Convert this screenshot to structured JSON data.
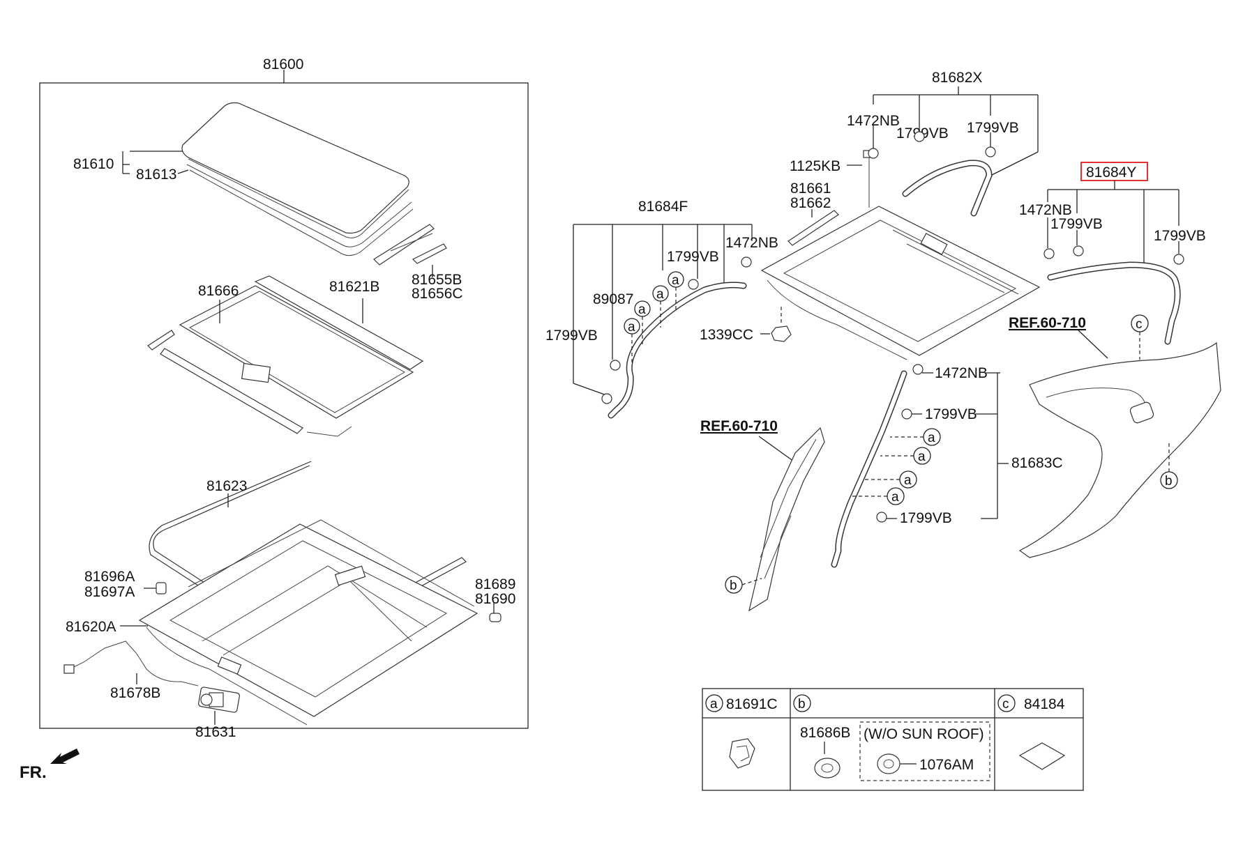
{
  "parts": {
    "p81600": "81600",
    "p81610": "81610",
    "p81613": "81613",
    "p81655B": "81655B",
    "p81656C": "81656C",
    "p81666": "81666",
    "p81621B": "81621B",
    "p81623": "81623",
    "p81696A": "81696A",
    "p81697A": "81697A",
    "p81689": "81689",
    "p81690": "81690",
    "p81620A": "81620A",
    "p81678B": "81678B",
    "p81631": "81631",
    "p81682X": "81682X",
    "p1472NB": "1472NB",
    "p1799VB": "1799VB",
    "p1125KB": "1125KB",
    "p81661": "81661",
    "p81662": "81662",
    "p81684F": "81684F",
    "p89087": "89087",
    "p1339CC": "1339CC",
    "p81684Y": "81684Y",
    "p81683C": "81683C",
    "ref": "REF.60-710",
    "a": "a",
    "b": "b",
    "c": "c",
    "fr": "FR."
  },
  "legend": {
    "a_part": "81691C",
    "c_part": "84184",
    "b_part1": "81686B",
    "b_note": "(W/O SUN ROOF)",
    "b_part2": "1076AM",
    "a": "a",
    "b": "b",
    "c": "c"
  },
  "highlight_color": "#e03030"
}
